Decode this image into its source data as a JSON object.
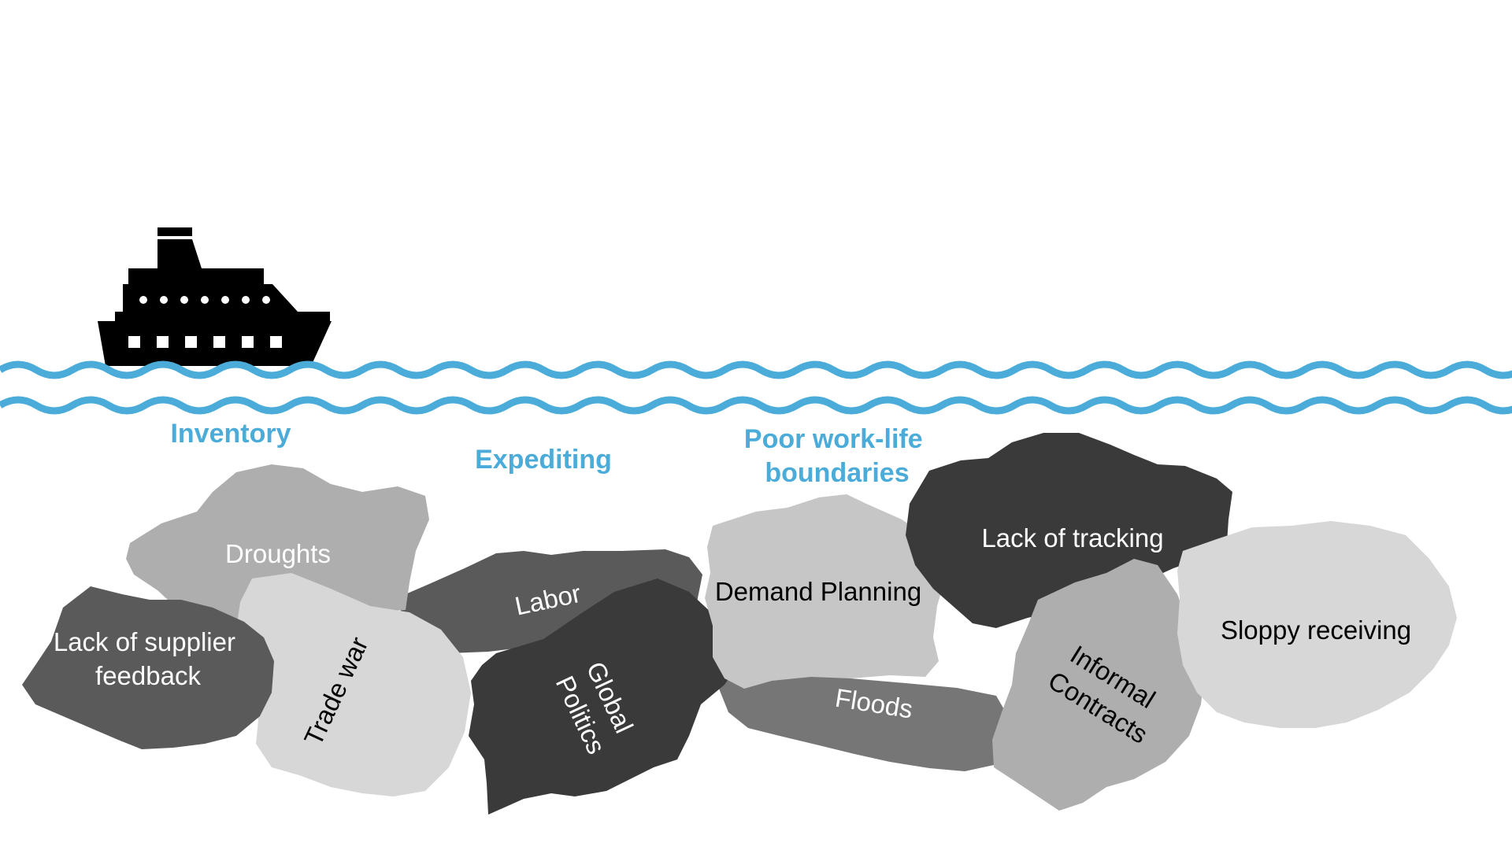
{
  "colors": {
    "background": "#ffffff",
    "water": "#4bacd9",
    "ship": "#000000",
    "rock_light": "#d7d7d7",
    "rock_mid_light": "#aeaeae",
    "rock_mid": "#767676",
    "rock_dark": "#5a5a5a",
    "rock_darker": "#3a3a3a",
    "text_light": "#ffffff",
    "text_dark": "#000000"
  },
  "ship": {
    "icon": "ship-icon"
  },
  "water_labels": [
    {
      "lines": [
        "Inventory"
      ]
    },
    {
      "lines": [
        "Expediting"
      ]
    },
    {
      "lines": [
        "Poor work-life",
        "boundaries"
      ]
    }
  ],
  "rocks": [
    {
      "lines": [
        "Droughts"
      ]
    },
    {
      "lines": [
        "Lack of supplier",
        "feedback"
      ]
    },
    {
      "lines": [
        "Trade war"
      ]
    },
    {
      "lines": [
        "Labor"
      ]
    },
    {
      "lines": [
        "Global",
        "Politics"
      ]
    },
    {
      "lines": [
        "Demand Planning"
      ]
    },
    {
      "lines": [
        "Floods"
      ]
    },
    {
      "lines": [
        "Lack of tracking"
      ]
    },
    {
      "lines": [
        "Informal",
        "Contracts"
      ]
    },
    {
      "lines": [
        "Sloppy receiving"
      ]
    }
  ]
}
